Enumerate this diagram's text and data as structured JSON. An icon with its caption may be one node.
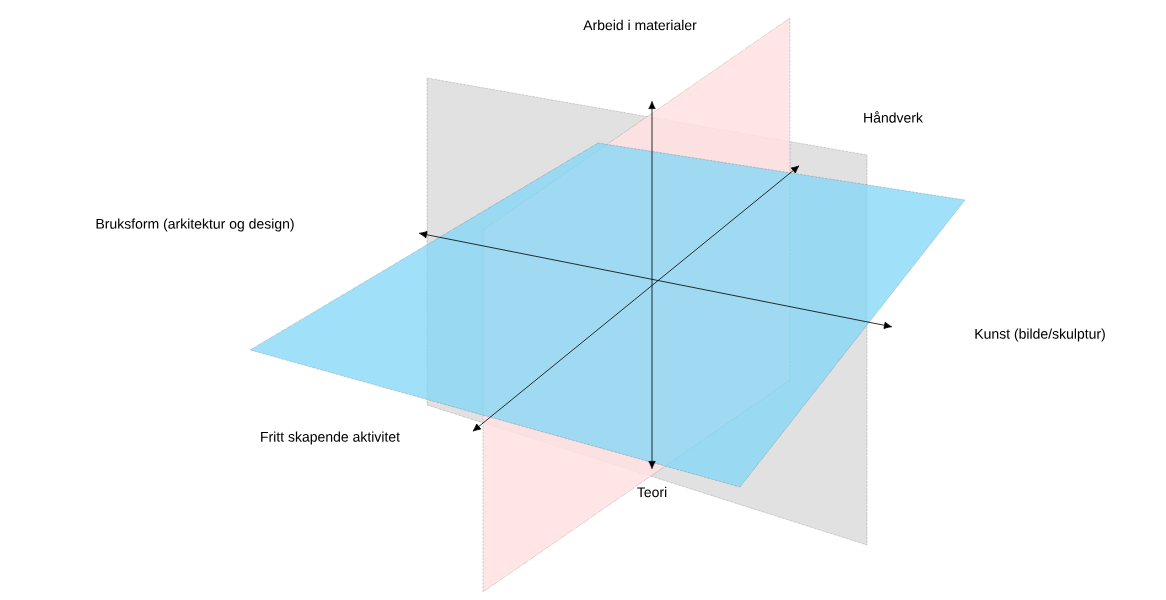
{
  "diagram": {
    "labels": [
      "Arbeid i materialer",
      "Håndverk",
      "Bruksform (arkitektur og design)",
      "Kunst (bilde/skulptur)",
      "Fritt skapende aktivitet",
      "Teori"
    ]
  }
}
